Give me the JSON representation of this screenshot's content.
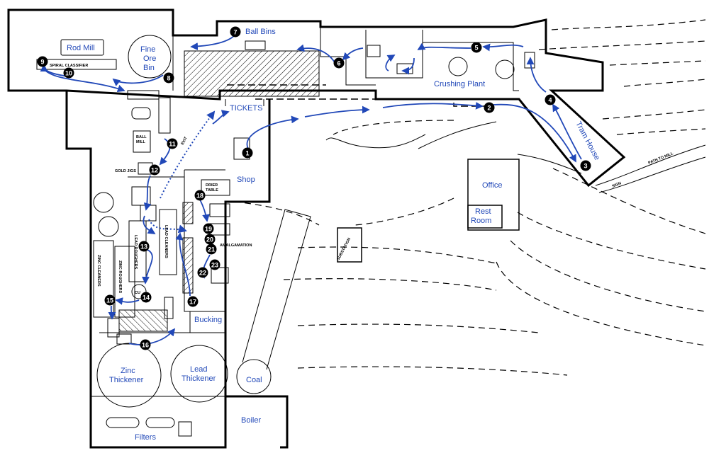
{
  "colors": {
    "route": "#2148b8",
    "wall": "#000000",
    "marker": "#000000",
    "background": "#ffffff"
  },
  "labels": {
    "rod_mill": "Rod Mill",
    "spiral_classifier": "SPIRAL CLASSIFIER",
    "fine_ore_bin_1": "Fine",
    "fine_ore_bin_2": "Ore",
    "fine_ore_bin_3": "Bin",
    "ball_bins": "Ball Bins",
    "crushing_plant": "Crushing Plant",
    "tickets": "TICKETS",
    "tram_house": "Tram House",
    "office": "Office",
    "rest_room_1": "Rest",
    "rest_room_2": "Room",
    "shop": "Shop",
    "substation": "SUBSTATION",
    "path_to_mill": "PATH TO MILL",
    "sign": "SIGN",
    "exit": "EXIT",
    "ball_mill_1": "BALL",
    "ball_mill_2": "MILL",
    "gold_jigs": "GOLD JIGS",
    "lead_roughers": "LEAD ROUGHERS",
    "lead_cleaners": "LEAD CLEANERS",
    "zinc_cleaners": "ZINC CLEANERS",
    "zinc_roughers": "ZINC ROUGHERS",
    "cu": "CU",
    "drier_table_1": "DRIER",
    "drier_table_2": "TABLE",
    "amalgamation": "AMALGAMATION",
    "bucking": "Bucking",
    "zinc_thickener_1": "Zinc",
    "zinc_thickener_2": "Thickener",
    "lead_thickener_1": "Lead",
    "lead_thickener_2": "Thickener",
    "coal": "Coal",
    "boiler": "Boiler",
    "filters": "Filters"
  },
  "stops": [
    "1",
    "2",
    "3",
    "4",
    "5",
    "6",
    "7",
    "8",
    "9",
    "10",
    "11",
    "12",
    "13",
    "14",
    "15",
    "16",
    "17",
    "18",
    "19",
    "20",
    "21",
    "22",
    "23"
  ]
}
